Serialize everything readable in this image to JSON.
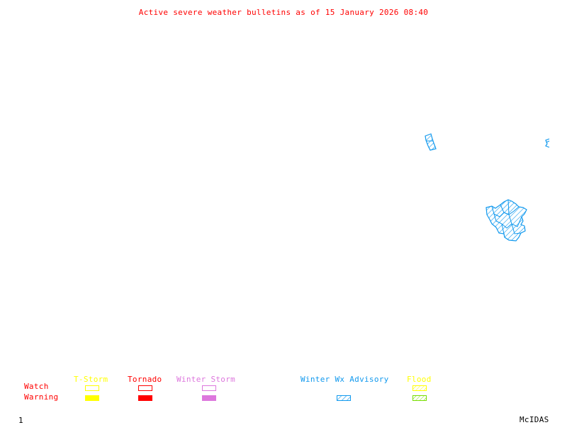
{
  "title": "Active severe weather bulletins as of 15 January 2026 08:40",
  "title_color": "#ff0000",
  "map": {
    "advisory_areas": [
      {
        "name": "advisory-area-1",
        "type": "Winter Wx Advisory"
      },
      {
        "name": "advisory-area-2",
        "type": "Winter Wx Advisory"
      },
      {
        "name": "advisory-area-3",
        "type": "Winter Wx Advisory"
      }
    ]
  },
  "legend": {
    "rows": {
      "watch": "Watch",
      "warning": "Warning"
    },
    "row_color": "#ff0000",
    "categories": [
      {
        "label": "T-Storm",
        "color": "#ffff00",
        "watch": "outline",
        "warning": "filled"
      },
      {
        "label": "Tornado",
        "color": "#ff0000",
        "watch": "outline",
        "warning": "filled"
      },
      {
        "label": "Winter Storm",
        "color": "#dd77dd",
        "watch": "outline",
        "warning": "filled"
      },
      {
        "label": "Winter Wx Advisory",
        "color": "#1199ee",
        "watch": "none",
        "warning": "hatched"
      },
      {
        "label": "Flood",
        "color": "#ffff00",
        "warning_color": "#77dd00",
        "watch": "hatched",
        "warning": "hatched"
      }
    ]
  },
  "footer": {
    "frame": "1",
    "brand": "McIDAS"
  }
}
